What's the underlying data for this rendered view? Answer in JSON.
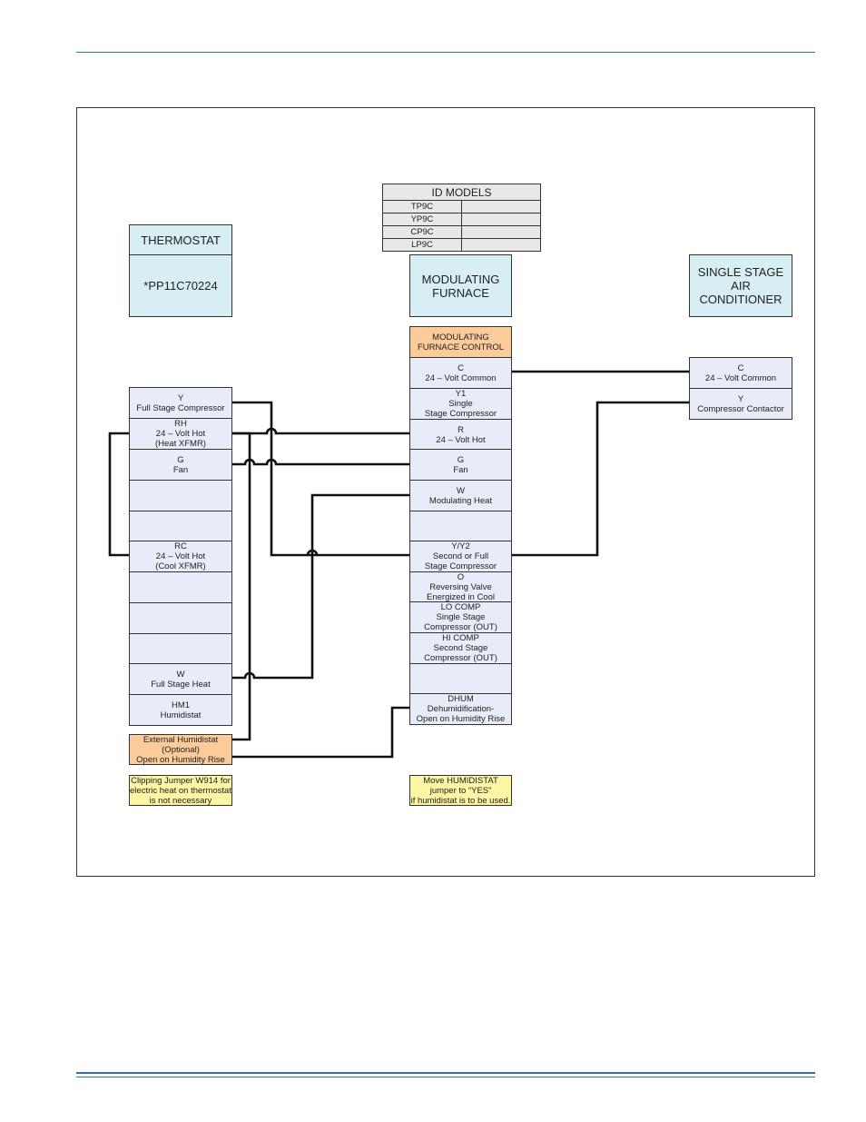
{
  "id_models": {
    "title": "ID MODELS",
    "models": [
      "TP9C",
      "YP9C",
      "CP9C",
      "LP9C"
    ]
  },
  "thermostat": {
    "header": "THERMOSTAT",
    "model": "*PP11C70224",
    "terminals": {
      "y": "Y\nFull Stage Compressor",
      "rh": "RH\n24 – Volt Hot\n(Heat XFMR)",
      "g": "G\nFan",
      "rc": "RC\n24 – Volt Hot\n(Cool XFMR)",
      "w": "W\nFull Stage Heat",
      "hm1": "HM1\nHumidistat"
    }
  },
  "furnace": {
    "header": "MODULATING\nFURNACE",
    "control": "MODULATING\nFURNACE CONTROL",
    "terminals": {
      "c": "C\n24 – Volt Common",
      "y1": "Y1\nSingle\nStage Compressor",
      "r": "R\n24 – Volt Hot",
      "g": "G\nFan",
      "w": "W\nModulating Heat",
      "y2": "Y/Y2\nSecond or Full\nStage Compressor",
      "o": "O\nReversing Valve\nEnergized in Cool",
      "locomp": "LO COMP\nSingle Stage\nCompressor (OUT)",
      "hicomp": "HI COMP\nSecond Stage\nCompressor (OUT)",
      "dhum": "DHUM\nDehumidification-\nOpen on Humidity Rise"
    }
  },
  "air_conditioner": {
    "header": "SINGLE STAGE\nAIR\nCONDITIONER",
    "terminals": {
      "c": "C\n24 – Volt Common",
      "y": "Y\nCompressor Contactor"
    }
  },
  "notes": {
    "external_humidistat": "External Humidistat\n(Optional)\nOpen on Humidity Rise",
    "jumper_w914": "Clipping Jumper W914 for\nelectric heat on thermostat\nis not necessary",
    "humidistat_jumper": "Move HUMIDISTAT\njumper to “YES”\nif humidistat is to be used."
  },
  "colors": {
    "rule": "#2e6fb8",
    "header_fill": "#d6eef4",
    "terminal_fill": "#e8ecf8",
    "control_fill": "#fbcb9a",
    "note_fill": "#fbf5a4"
  }
}
